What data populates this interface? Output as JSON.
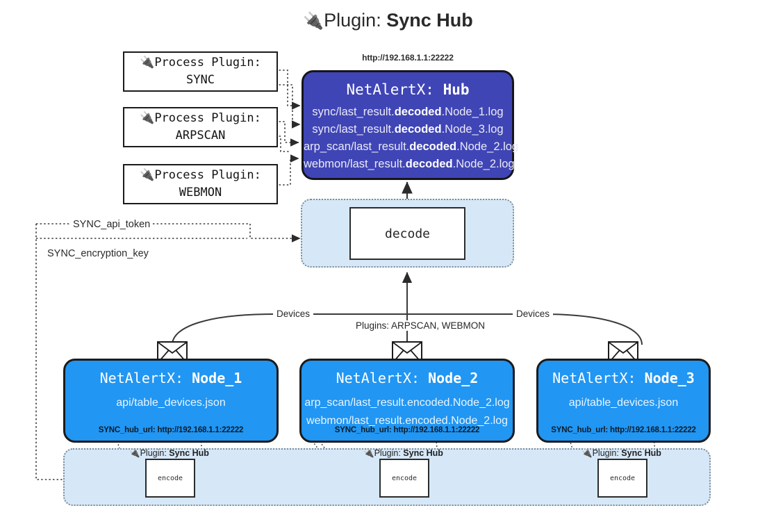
{
  "title": {
    "icon": "plug-icon",
    "prefix": "Plugin: ",
    "name": "Sync Hub"
  },
  "process_plugins": [
    {
      "icon": "plug-icon",
      "line1": "Process Plugin:",
      "line2": "SYNC"
    },
    {
      "icon": "plug-icon",
      "line1": "Process Plugin:",
      "line2": "ARPSCAN"
    },
    {
      "icon": "plug-icon",
      "line1": "Process Plugin:",
      "line2": "WEBMON"
    }
  ],
  "hub": {
    "url_note": "http://192.168.1.1:22222",
    "title_prefix": "NetAlertX: ",
    "title_name": "Hub",
    "rows": [
      {
        "pre": "sync/last_result.",
        "bold": "decoded",
        "post": ".Node_1.log"
      },
      {
        "pre": "sync/last_result.",
        "bold": "decoded",
        "post": ".Node_3.log"
      },
      {
        "pre": "arp_scan/last_result.",
        "bold": "decoded",
        "post": ".Node_2.log"
      },
      {
        "pre": "webmon/last_result.",
        "bold": "decoded",
        "post": ".Node_2.log"
      }
    ],
    "fill": "#3f45b5"
  },
  "decode": {
    "label": "decode",
    "container_fill": "#d6e8f8"
  },
  "keys": [
    {
      "label": "SYNC_api_token"
    },
    {
      "label": "SYNC_encryption_key"
    }
  ],
  "edge_labels": {
    "left_devices": "Devices",
    "center_plugins": "Plugins: ARPSCAN, WEBMON",
    "right_devices": "Devices"
  },
  "nodes": [
    {
      "title_prefix": "NetAlertX: ",
      "title_name": "Node_1",
      "rows": [
        "api/table_devices.json"
      ],
      "hub_url": "SYNC_hub_url: http://192.168.1.1:22222",
      "fill": "#2196f3",
      "envelope_icon": "envelope-icon"
    },
    {
      "title_prefix": "NetAlertX: ",
      "title_name": "Node_2",
      "rows": [
        "arp_scan/last_result.encoded.Node_2.log",
        "webmon/last_result.encoded.Node_2.log"
      ],
      "hub_url": "SYNC_hub_url: http://192.168.1.1:22222",
      "fill": "#2196f3",
      "envelope_icon": "envelope-icon"
    },
    {
      "title_prefix": "NetAlertX: ",
      "title_name": "Node_3",
      "rows": [
        "api/table_devices.json"
      ],
      "hub_url": "SYNC_hub_url: http://192.168.1.1:22222",
      "fill": "#2196f3",
      "envelope_icon": "envelope-icon"
    }
  ],
  "encoders": [
    {
      "header_icon": "plug-icon",
      "header_prefix": "Plugin: ",
      "header_name": "Sync Hub",
      "label": "encode"
    },
    {
      "header_icon": "plug-icon",
      "header_prefix": "Plugin: ",
      "header_name": "Sync Hub",
      "label": "encode"
    },
    {
      "header_icon": "plug-icon",
      "header_prefix": "Plugin: ",
      "header_name": "Sync Hub",
      "label": "encode"
    }
  ]
}
